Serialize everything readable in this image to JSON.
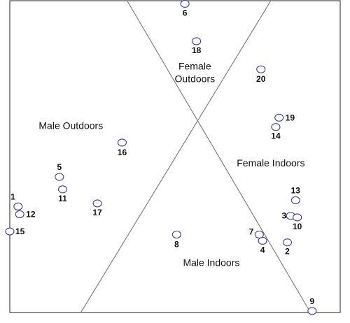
{
  "chart_data": {
    "type": "scatter",
    "title": "",
    "xlabel": "",
    "ylabel": "",
    "xlim": [
      0,
      100
    ],
    "ylim": [
      0,
      100
    ],
    "grid": false,
    "marker_color": "#4040a0",
    "line_color": "#777777",
    "regions": [
      {
        "label": "Female Outdoors",
        "lines": [
          "Female",
          "Outdoors"
        ],
        "x": 56,
        "y": 77
      },
      {
        "label": "Male Outdoors",
        "lines": [
          "Male Outdoors"
        ],
        "x": 18.5,
        "y": 60
      },
      {
        "label": "Female Indoors",
        "lines": [
          "Female Indoors"
        ],
        "x": 79,
        "y": 48
      },
      {
        "label": "Male Indoors",
        "lines": [
          "Male Indoors"
        ],
        "x": 61,
        "y": 16
      }
    ],
    "dividers": [
      {
        "from": [
          35.5,
          100
        ],
        "to": [
          91,
          0
        ]
      },
      {
        "from": [
          79,
          100
        ],
        "to": [
          21.5,
          0
        ]
      }
    ],
    "points": [
      {
        "id": "1",
        "x": 2.5,
        "y": 34
      },
      {
        "id": "2",
        "x": 84,
        "y": 22.5
      },
      {
        "id": "3",
        "x": 85,
        "y": 31
      },
      {
        "id": "4",
        "x": 76.5,
        "y": 23
      },
      {
        "id": "5",
        "x": 15,
        "y": 43.5
      },
      {
        "id": "6",
        "x": 53,
        "y": 99
      },
      {
        "id": "7",
        "x": 75.5,
        "y": 25
      },
      {
        "id": "8",
        "x": 50.5,
        "y": 25
      },
      {
        "id": "9",
        "x": 91.5,
        "y": 0.5
      },
      {
        "id": "10",
        "x": 87,
        "y": 30.5
      },
      {
        "id": "11",
        "x": 16,
        "y": 39.5
      },
      {
        "id": "12",
        "x": 3,
        "y": 31.5
      },
      {
        "id": "13",
        "x": 86.5,
        "y": 36
      },
      {
        "id": "14",
        "x": 80.5,
        "y": 59.5
      },
      {
        "id": "15",
        "x": 0,
        "y": 26
      },
      {
        "id": "16",
        "x": 34,
        "y": 54.5
      },
      {
        "id": "17",
        "x": 26.5,
        "y": 35
      },
      {
        "id": "18",
        "x": 56.5,
        "y": 87
      },
      {
        "id": "19",
        "x": 81.5,
        "y": 62.5
      },
      {
        "id": "20",
        "x": 76,
        "y": 78
      }
    ]
  }
}
